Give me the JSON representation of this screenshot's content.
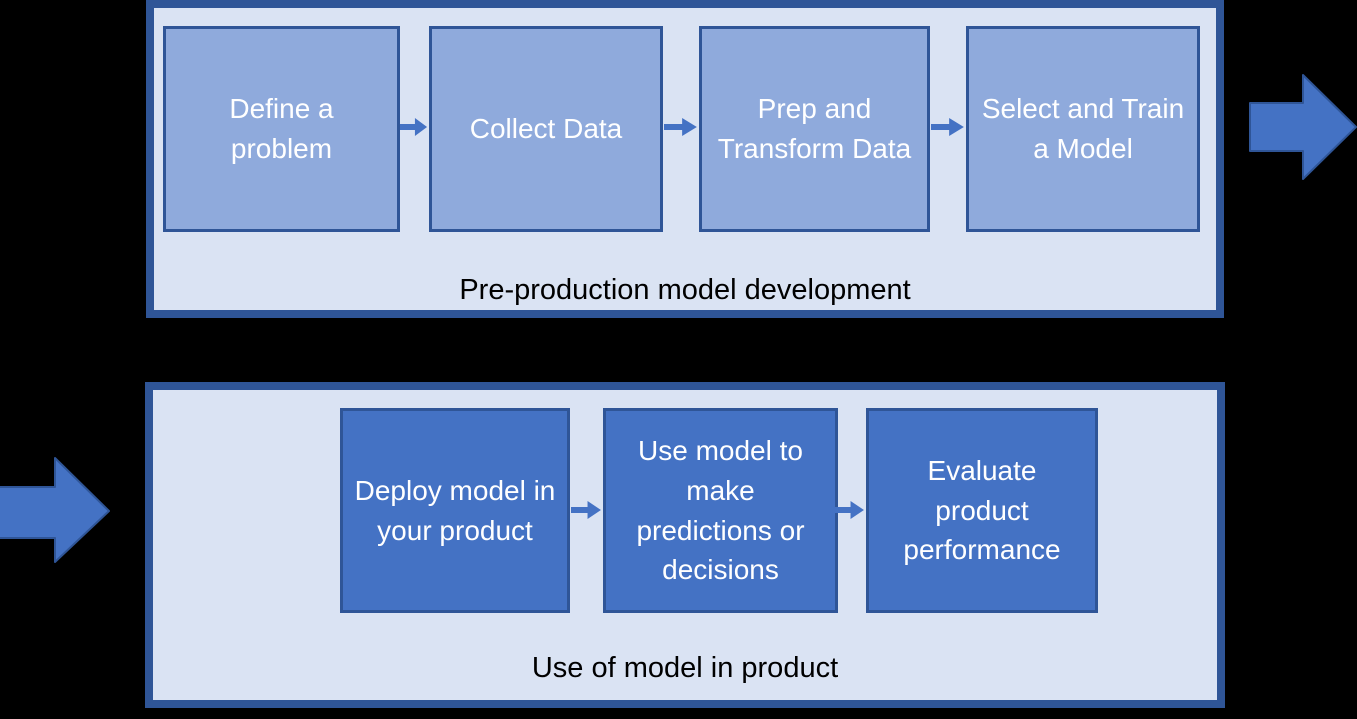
{
  "diagram": {
    "pre_production": {
      "caption": "Pre-production model development",
      "steps": [
        "Define a problem",
        "Collect Data",
        "Prep and Transform Data",
        "Select and Train a Model"
      ]
    },
    "production": {
      "caption": "Use of model in product",
      "steps": [
        "Deploy model in your product",
        "Use model to make predictions or decisions",
        "Evaluate product performance"
      ]
    },
    "colors": {
      "background": "#000000",
      "container_fill": "#DAE3F3",
      "container_border": "#2F5597",
      "step_fill_light": "#8FAADC",
      "step_fill_dark": "#4472C4",
      "step_border": "#2F5597",
      "arrow_fill": "#4472C4",
      "step_text": "#FFFFFF",
      "caption_text": "#000000"
    }
  }
}
